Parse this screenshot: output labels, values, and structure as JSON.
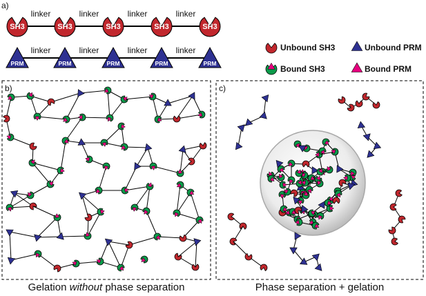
{
  "panels": {
    "a_label": "a)",
    "b_label": "b)",
    "c_label": "c)"
  },
  "top": {
    "sh3_label": "SH3",
    "prm_label": "PRM",
    "linker_label": "linker"
  },
  "legend": {
    "unbound_sh3": "Unbound SH3",
    "unbound_prm": "Unbound PRM",
    "bound_sh3": "Bound SH3",
    "bound_prm": "Bound PRM"
  },
  "captions": {
    "b_pre": "Gelation ",
    "b_em": "without",
    "b_post": " phase separation",
    "c": "Phase separation + gelation"
  },
  "colors": {
    "sh3_red": "#c1272d",
    "prm_blue": "#2e3192",
    "bound_green": "#0c9a4a",
    "bound_pink": "#e6007e"
  }
}
